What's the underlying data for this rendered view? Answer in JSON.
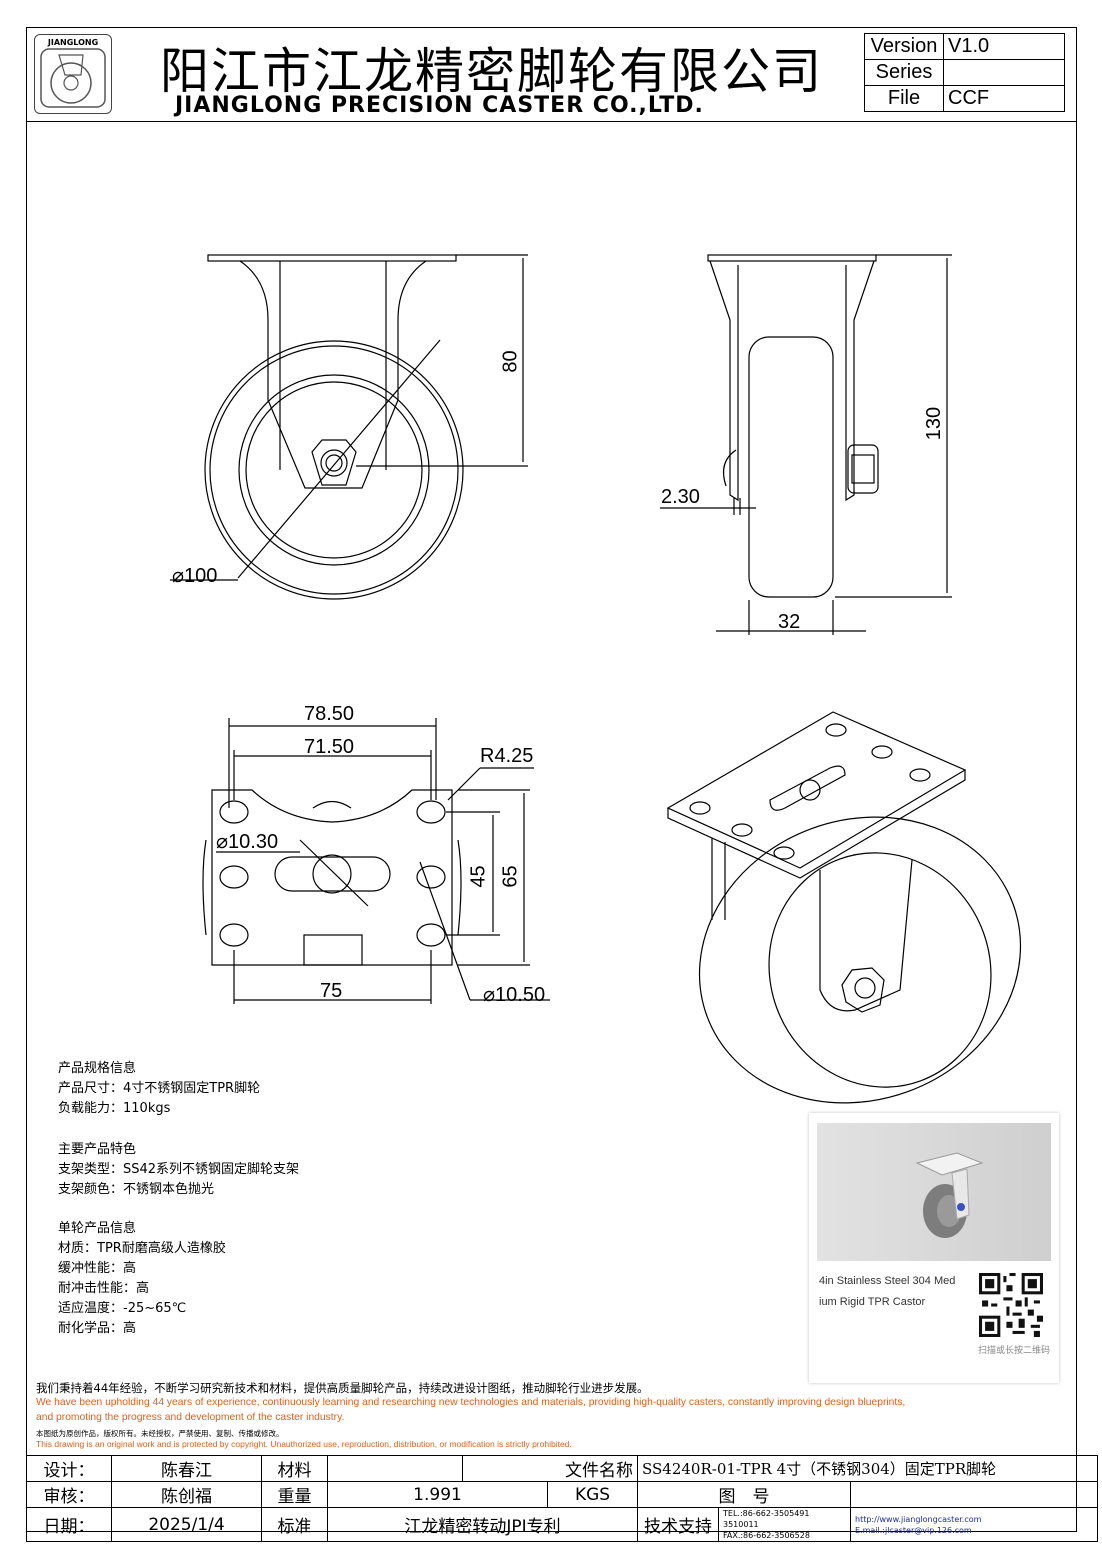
{
  "header": {
    "logo_text": "JIANGLONG",
    "company_cn": "阳江市江龙精密脚轮有限公司",
    "company_en": "JIANGLONG PRECISION CASTER CO.,LTD.",
    "version": [
      {
        "label": "Version",
        "value": "V1.0"
      },
      {
        "label": "Series",
        "value": ""
      },
      {
        "label": "File",
        "value": "CCF"
      }
    ]
  },
  "dimensions": {
    "height_upper": "80",
    "wheel_dia": "⌀100",
    "total_height": "130",
    "offset": "2.30",
    "wheel_width": "32",
    "plate_w1": "78.50",
    "plate_w2": "71.50",
    "radius": "R4.25",
    "slot_dia": "⌀10.30",
    "hole_sp_y": "45",
    "plate_h": "65",
    "hole_sp_x": "75",
    "hole_dia": "⌀10.50"
  },
  "specs": {
    "group1": [
      "产品规格信息",
      "产品尺寸：4寸不锈钢固定TPR脚轮",
      "负载能力：110kgs"
    ],
    "group2": [
      "主要产品特色",
      "支架类型：SS42系列不锈钢固定脚轮支架",
      "支架颜色：不锈钢本色抛光"
    ],
    "group3": [
      "单轮产品信息",
      "材质：TPR耐磨高级人造橡胶",
      "缓冲性能：高",
      "耐冲击性能：高",
      "适应温度：-25~65℃",
      "耐化学品：高"
    ]
  },
  "card": {
    "caption1": "4in Stainless Steel 304 Med",
    "caption2": "ium Rigid TPR Castor",
    "scan": "扫描或长按二维码"
  },
  "notice": {
    "cn": "我们秉持着44年经验，不断学习研究新技术和材料，提供高质量脚轮产品，持续改进设计图纸，推动脚轮行业进步发展。",
    "en1": "We have been upholding 44 years of experience, continuously learning and researching new technologies and materials, providing high-quality casters, constantly improving design blueprints,",
    "en2": "and promoting the progress and development of the caster industry.",
    "cn2": "本图纸为原创作品，版权所有。未经授权，严禁使用、复制、传播或修改。",
    "en3": "This drawing is an original work and is protected by copyright. Unauthorized use, reproduction, distribution, or modification is strictly prohibited."
  },
  "titleblock": {
    "design_label": "设计：",
    "design_value": "陈春江",
    "material_label": "材料",
    "material_value": "",
    "filename_label": "文件名称",
    "filename_value": "SS4240R-01-TPR 4寸（不锈钢304）固定TPR脚轮",
    "review_label": "审核：",
    "review_value": "陈创福",
    "weight_label": "重量",
    "weight_value": "1.991",
    "weight_unit": "KGS",
    "drawing_no_label": "图　号",
    "drawing_no_value": "",
    "date_label": "日期：",
    "date_value": "2025/1/4",
    "standard_label": "标准",
    "standard_value": "江龙精密转动JPI专利",
    "support_label": "技术支持",
    "tel": "TEL.:86-662-3505491 3510011",
    "fax": "FAX.:86-662-3506528",
    "web": "http://www.jianglongcaster.com",
    "email": "E.mail.:jlcaster@vip.126.com"
  },
  "colors": {
    "accent_orange": "#e0601a",
    "link_blue": "#1a2aa8"
  }
}
